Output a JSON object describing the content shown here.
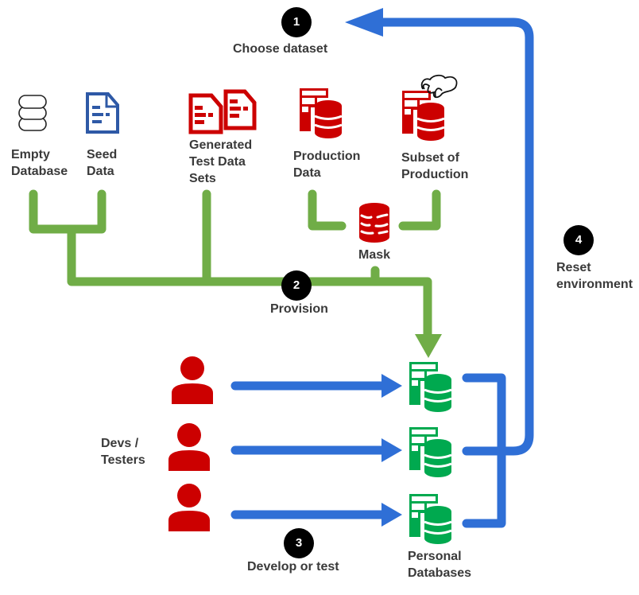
{
  "colors": {
    "green": "#70ad47",
    "blue": "#2f6fd6",
    "red": "#cc0000",
    "db_green": "#00a94f",
    "seed_blue": "#2e59a6",
    "text": "#3a3a3a"
  },
  "sources": [
    {
      "id": "empty-database",
      "icon": "database-outline-icon",
      "label_lines": [
        "Empty",
        "Database"
      ]
    },
    {
      "id": "seed-data",
      "icon": "document-icon",
      "label_lines": [
        "Seed",
        "Data"
      ]
    },
    {
      "id": "generated-test-data",
      "icon": "documents-icon",
      "label_lines": [
        "Generated",
        "Test Data",
        "Sets"
      ]
    },
    {
      "id": "production-data",
      "icon": "server-database-icon",
      "label_lines": [
        "Production",
        "Data"
      ]
    },
    {
      "id": "subset-of-production",
      "icon": "hand-pick-database-icon",
      "label_lines": [
        "Subset of",
        "Production"
      ]
    }
  ],
  "mask": {
    "icon": "masked-database-icon",
    "label": "Mask"
  },
  "steps": [
    {
      "number": "1",
      "label": "Choose dataset"
    },
    {
      "number": "2",
      "label": "Provision"
    },
    {
      "number": "3",
      "label": "Develop or test"
    },
    {
      "number": "4",
      "label_lines": [
        "Reset",
        "environment"
      ]
    }
  ],
  "users": {
    "icon": "person-icon",
    "count": 3,
    "label_lines": [
      "Devs /",
      "Testers"
    ]
  },
  "personal_databases": {
    "icon": "server-database-icon",
    "count": 3,
    "label_lines": [
      "Personal",
      "Databases"
    ]
  }
}
